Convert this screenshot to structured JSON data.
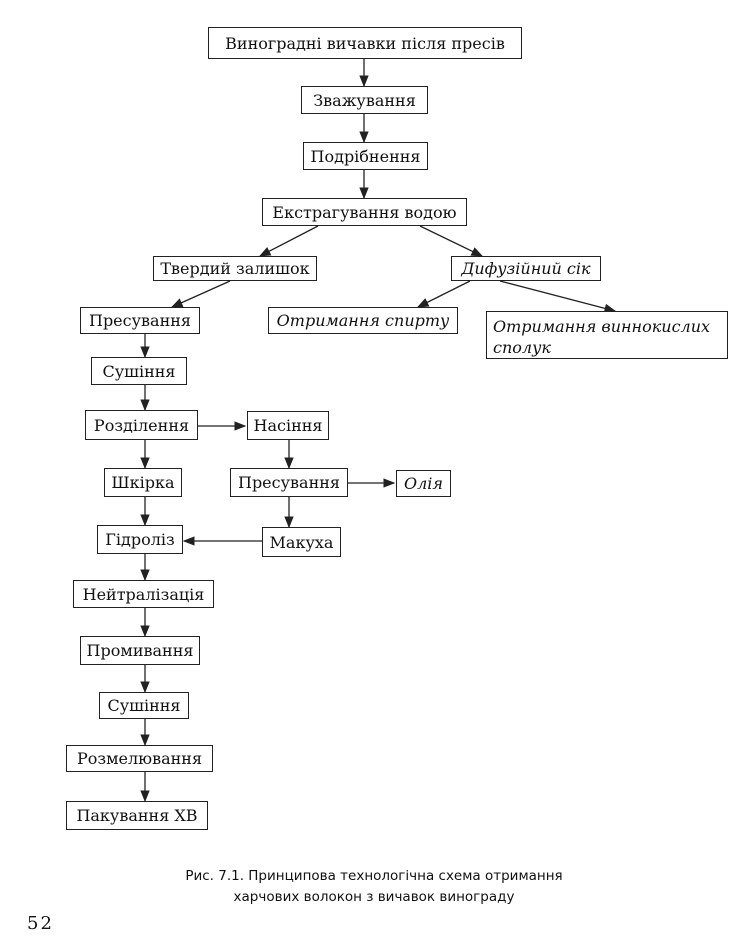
{
  "nodes": {
    "start": "Виноградні вичавки після пресів",
    "weigh": "Зважування",
    "grind": "Подрібнення",
    "extract": "Екстрагування водою",
    "solid": "Твердий залишок",
    "juice": "Дифузійний сік",
    "press1": "Пресування",
    "spirit": "Отримання спирту",
    "tartaric": "Отримання виннокислих сполук",
    "dry1": "Сушіння",
    "separate": "Розділення",
    "seeds": "Насіння",
    "skin": "Шкірка",
    "press2": "Пресування",
    "oil": "Олія",
    "hydrolysis": "Гідроліз",
    "cake": "Макуха",
    "neutral": "Нейтралізація",
    "wash": "Промивання",
    "dry2": "Сушіння",
    "mill": "Розмелювання",
    "pack": "Пакування ХВ"
  },
  "caption": {
    "line1": "Рис. 7.1. Принципова технологічна схема отримання",
    "line2": "харчових волокон з вичавок винограду"
  },
  "page_number": "52"
}
